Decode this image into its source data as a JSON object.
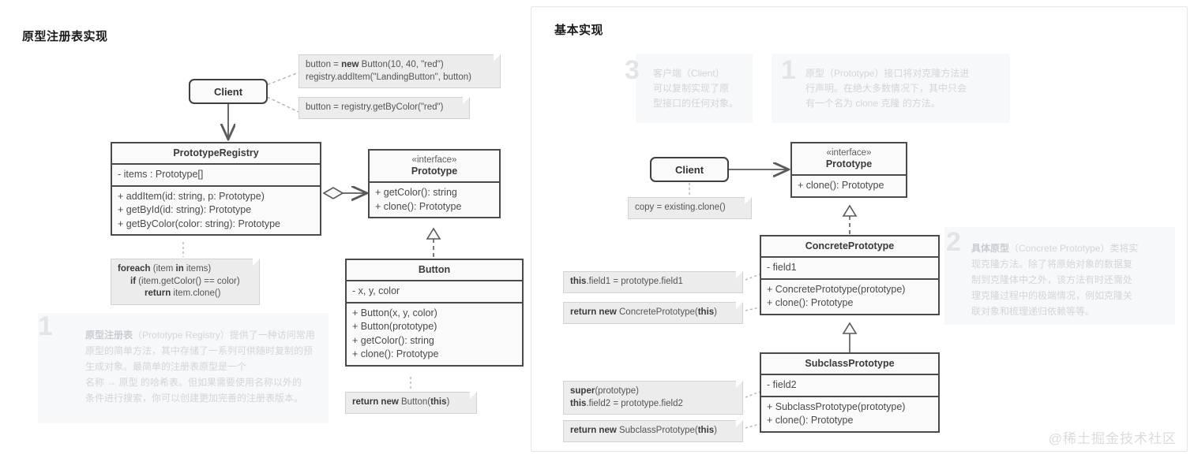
{
  "panels": {
    "left": {
      "title": "原型注册表实现"
    },
    "right": {
      "title": "基本实现"
    }
  },
  "watermark": "@稀土掘金技术社区",
  "left_diagram": {
    "client": {
      "name": "Client"
    },
    "notes": [
      {
        "id": "client-note-1",
        "line1_a": "button = ",
        "line1_b": "new",
        "line1_c": " Button(10, 40, \"red\")",
        "line2": "registry.addItem(\"LandingButton\", button)"
      },
      {
        "id": "client-note-2",
        "line1": "button = registry.getByColor(\"red\")"
      }
    ],
    "registry": {
      "name": "PrototypeRegistry",
      "fields": [
        "- items : Prototype[]"
      ],
      "methods": [
        "+ addItem(id: string, p: Prototype)",
        "+ getById(id: string): Prototype",
        "+ getByColor(color: string): Prototype"
      ]
    },
    "registry_note": {
      "l1_b": "foreach",
      "l1_t": " (item ",
      "l1_b2": "in",
      "l1_t2": " items)",
      "l2_b": "if",
      "l2_t": " (item.getColor() == color)",
      "l3_b": "return",
      "l3_t": " item.clone()"
    },
    "prototype": {
      "stereotype": "«interface»",
      "name": "Prototype",
      "methods": [
        "+ getColor(): string",
        "+ clone(): Prototype"
      ]
    },
    "button": {
      "name": "Button",
      "fields": [
        "- x, y, color"
      ],
      "methods": [
        "+ Button(x, y, color)",
        "+ Button(prototype)",
        "+ getColor(): string",
        "+ clone(): Prototype"
      ]
    },
    "button_note": {
      "b1": "return new",
      "t1": " Button(",
      "b2": "this",
      "t2": ")"
    },
    "annotation": {
      "number": "1",
      "lines": [
        "原型注册表（Prototype Registry）提供了一种访问常用",
        "原型的简单方法，其中存储了一系列可供随时复制的预",
        "生成对象。最简单的注册表原型是一个",
        "名称 → 原型 的哈希表。但如果需要使用名称以外的",
        "条件进行搜索，你可以创建更加完善的注册表版本。"
      ],
      "bold_head": "原型注册表"
    }
  },
  "right_diagram": {
    "client": {
      "name": "Client"
    },
    "client_note": {
      "text": "copy = existing.clone()"
    },
    "prototype": {
      "stereotype": "«interface»",
      "name": "Prototype",
      "methods": [
        "+ clone(): Prototype"
      ]
    },
    "concrete": {
      "name": "ConcretePrototype",
      "fields": [
        "- field1"
      ],
      "methods": [
        "+ ConcretePrototype(prototype)",
        "+ clone(): Prototype"
      ]
    },
    "concrete_notes": [
      {
        "b1": "this",
        "t1": ".field1 = prototype.field1"
      },
      {
        "b1": "return new",
        "t1": " ConcretePrototype(",
        "b2": "this",
        "t2": ")"
      }
    ],
    "subclass": {
      "name": "SubclassPrototype",
      "fields": [
        "- field2"
      ],
      "methods": [
        "+ SubclassPrototype(prototype)",
        "+ clone(): Prototype"
      ]
    },
    "subclass_notes": [
      {
        "l1_b": "super",
        "l1_t": "(prototype)",
        "l2_b": "this",
        "l2_t": ".field2 = prototype.field2"
      },
      {
        "b1": "return new",
        "t1": " SubclassPrototype(",
        "b2": "this",
        "t2": ")"
      }
    ],
    "annotations": [
      {
        "number": "3",
        "lines": [
          "客户端（Client）",
          "可以复制实现了原",
          "型接口的任何对象。"
        ]
      },
      {
        "number": "1",
        "lines": [
          "原型（Prototype）接口将对克隆方法进",
          "行声明。在绝大多数情况下，其中只会",
          "有一个名为 clone 克隆 的方法。"
        ],
        "kbd": [
          "clone",
          "克隆"
        ]
      },
      {
        "number": "2",
        "lines": [
          "具体原型（Concrete Prototype）类将实",
          "现克隆方法。除了将原始对象的数据复",
          "制到克隆体中之外，该方法有时还需处",
          "理克隆过程中的极端情况，例如克隆关",
          "联对象和梳理递归依赖等等。"
        ],
        "bold_head": "具体原型"
      }
    ]
  },
  "colors": {
    "class_border": "#4a4a4a",
    "class_fill": "#fafafa",
    "note_fill": "#ececec",
    "note_border": "#d2d2d2",
    "annotation_fill": "#f7f8f9",
    "annotation_text": "#d2d5da",
    "connector": "#5a5a5a"
  }
}
